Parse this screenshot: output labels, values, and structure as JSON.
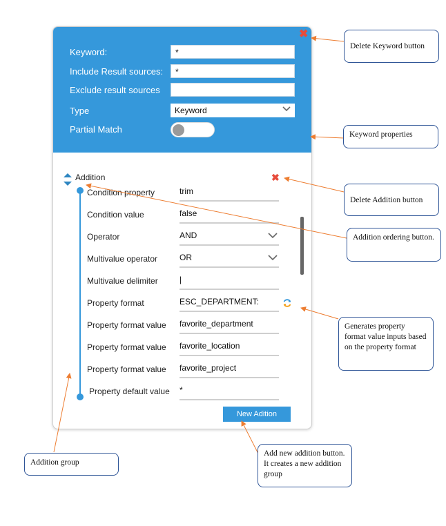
{
  "keyword_panel": {
    "keyword_label": "Keyword:",
    "keyword_value": "*",
    "include_label": "Include Result sources:",
    "include_value": "*",
    "exclude_label": "Exclude result sources",
    "exclude_value": "",
    "type_label": "Type",
    "type_value": "Keyword",
    "partial_label": "Partial Match",
    "partial_match_on": false
  },
  "addition": {
    "title": "Addition",
    "fields": [
      {
        "label": "Condition property",
        "value": "trim"
      },
      {
        "label": "Condition value",
        "value": "false"
      },
      {
        "label": "Operator",
        "value": "AND"
      },
      {
        "label": "Multivalue  operator",
        "value": "OR"
      },
      {
        "label": "Multivalue delimiter",
        "value": "|"
      },
      {
        "label": "Property format",
        "value": "ESC_DEPARTMENT:"
      },
      {
        "label": "Property format value",
        "value": "favorite_department"
      },
      {
        "label": "Property format value",
        "value": "favorite_location"
      },
      {
        "label": "Property format value",
        "value": "favorite_project"
      },
      {
        "label": "Property default value",
        "value": "*"
      }
    ],
    "new_button_label": "New Adition"
  },
  "callouts": {
    "delete_keyword": "Delete Keyword button",
    "keyword_properties": "Keyword properties",
    "delete_addition": "Delete Addition button",
    "addition_ordering": "Addition ordering button.",
    "generates": "Generates property format value inputs based on the property format",
    "addition_group": "Addition group",
    "add_new": "Add new addition button. It creates a new addition group"
  },
  "colors": {
    "panel_blue": "#3598db",
    "delete_red": "#e74c3c",
    "arrow_orange": "#ed7d31",
    "callout_border": "#2f5597",
    "refresh_orange": "#f39c12"
  }
}
